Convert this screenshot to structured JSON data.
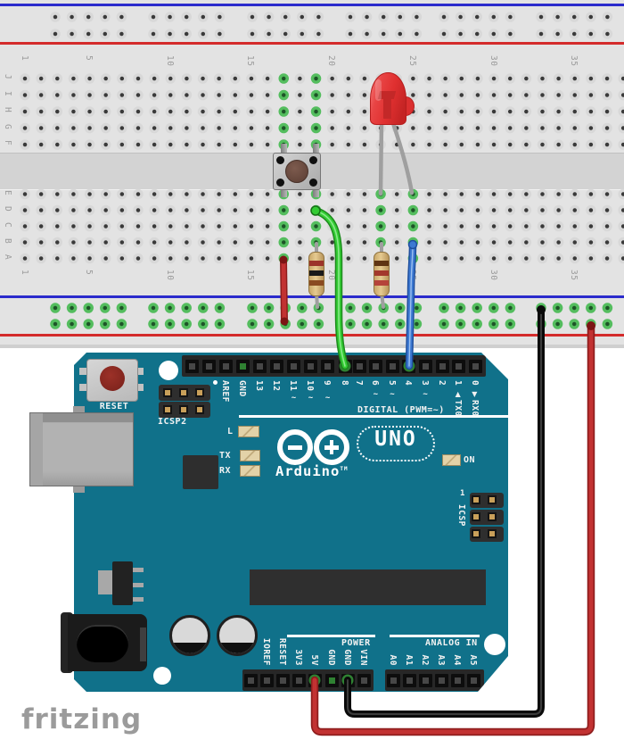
{
  "watermark": "fritzing",
  "breadboard": {
    "upper_row_labels": [
      "J",
      "I",
      "H",
      "G",
      "F"
    ],
    "lower_row_labels": [
      "E",
      "D",
      "C",
      "B",
      "A"
    ],
    "column_numbers": [
      "1",
      "5",
      "10",
      "15",
      "20",
      "25",
      "30",
      "35"
    ],
    "column_number_cols": [
      1,
      5,
      10,
      15,
      20,
      25,
      30,
      35
    ],
    "num_columns": 38,
    "rail_blue": "#2b2bcc",
    "rail_red": "#d42b2b",
    "hole_highlight": "#54bd5e"
  },
  "arduino": {
    "captions": {
      "digital": "DIGITAL (PWM=~)",
      "power": "POWER",
      "analog_in": "ANALOG IN"
    },
    "logo": {
      "brand": "Arduino",
      "tm": "TM",
      "model": "UNO"
    },
    "labels": {
      "reset": "RESET",
      "icsp2": "ICSP2",
      "icsp": "ICSP",
      "icsp_pin1": "1",
      "led_l": "L",
      "led_tx": "TX",
      "led_rx": "RX",
      "led_on": "ON"
    },
    "digital_pins_left": [
      {
        "t": "AREF"
      },
      {
        "t": "GND"
      },
      {
        "t": "13"
      },
      {
        "t": "12"
      },
      {
        "t": "11",
        "pwm": true
      },
      {
        "t": "10",
        "pwm": true
      },
      {
        "t": "9",
        "pwm": true
      },
      {
        "t": "8"
      }
    ],
    "digital_pins_right": [
      {
        "t": "7"
      },
      {
        "t": "6",
        "pwm": true
      },
      {
        "t": "5",
        "pwm": true
      },
      {
        "t": "4"
      },
      {
        "t": "3",
        "pwm": true
      },
      {
        "t": "2"
      },
      {
        "t": "1",
        "arrow": "▲",
        "port": "TX0"
      },
      {
        "t": "0",
        "arrow": "▼",
        "port": "RX0"
      }
    ],
    "power_pins": [
      "IOREF",
      "RESET",
      "3V3",
      "5V",
      "GND",
      "GND",
      "VIN"
    ],
    "analog_pins": [
      "A0",
      "A1",
      "A2",
      "A3",
      "A4",
      "A5"
    ],
    "board_color": "#10718a"
  },
  "components": {
    "pushbutton": {
      "name": "pushbutton"
    },
    "led": {
      "name": "red-led",
      "color": "#e03030"
    },
    "resistors": [
      {
        "name": "resistor-1",
        "bands": [
          "#9c342a",
          "#1a1a1a",
          "#8a4a21"
        ]
      },
      {
        "name": "resistor-2",
        "bands": [
          "#5f3413",
          "#a3382c",
          "#b5433a"
        ]
      }
    ],
    "wires": [
      {
        "name": "green-wire-button-to-pin8",
        "color": "#33cc33"
      },
      {
        "name": "blue-wire-led-to-pin4",
        "color": "#3d79d2"
      },
      {
        "name": "red-jumper-5v-rail",
        "color": "#c23232"
      },
      {
        "name": "black-wire-gnd-to-rail",
        "color": "#111111"
      },
      {
        "name": "red-wire-5v-to-rail",
        "color": "#c23232"
      }
    ]
  }
}
